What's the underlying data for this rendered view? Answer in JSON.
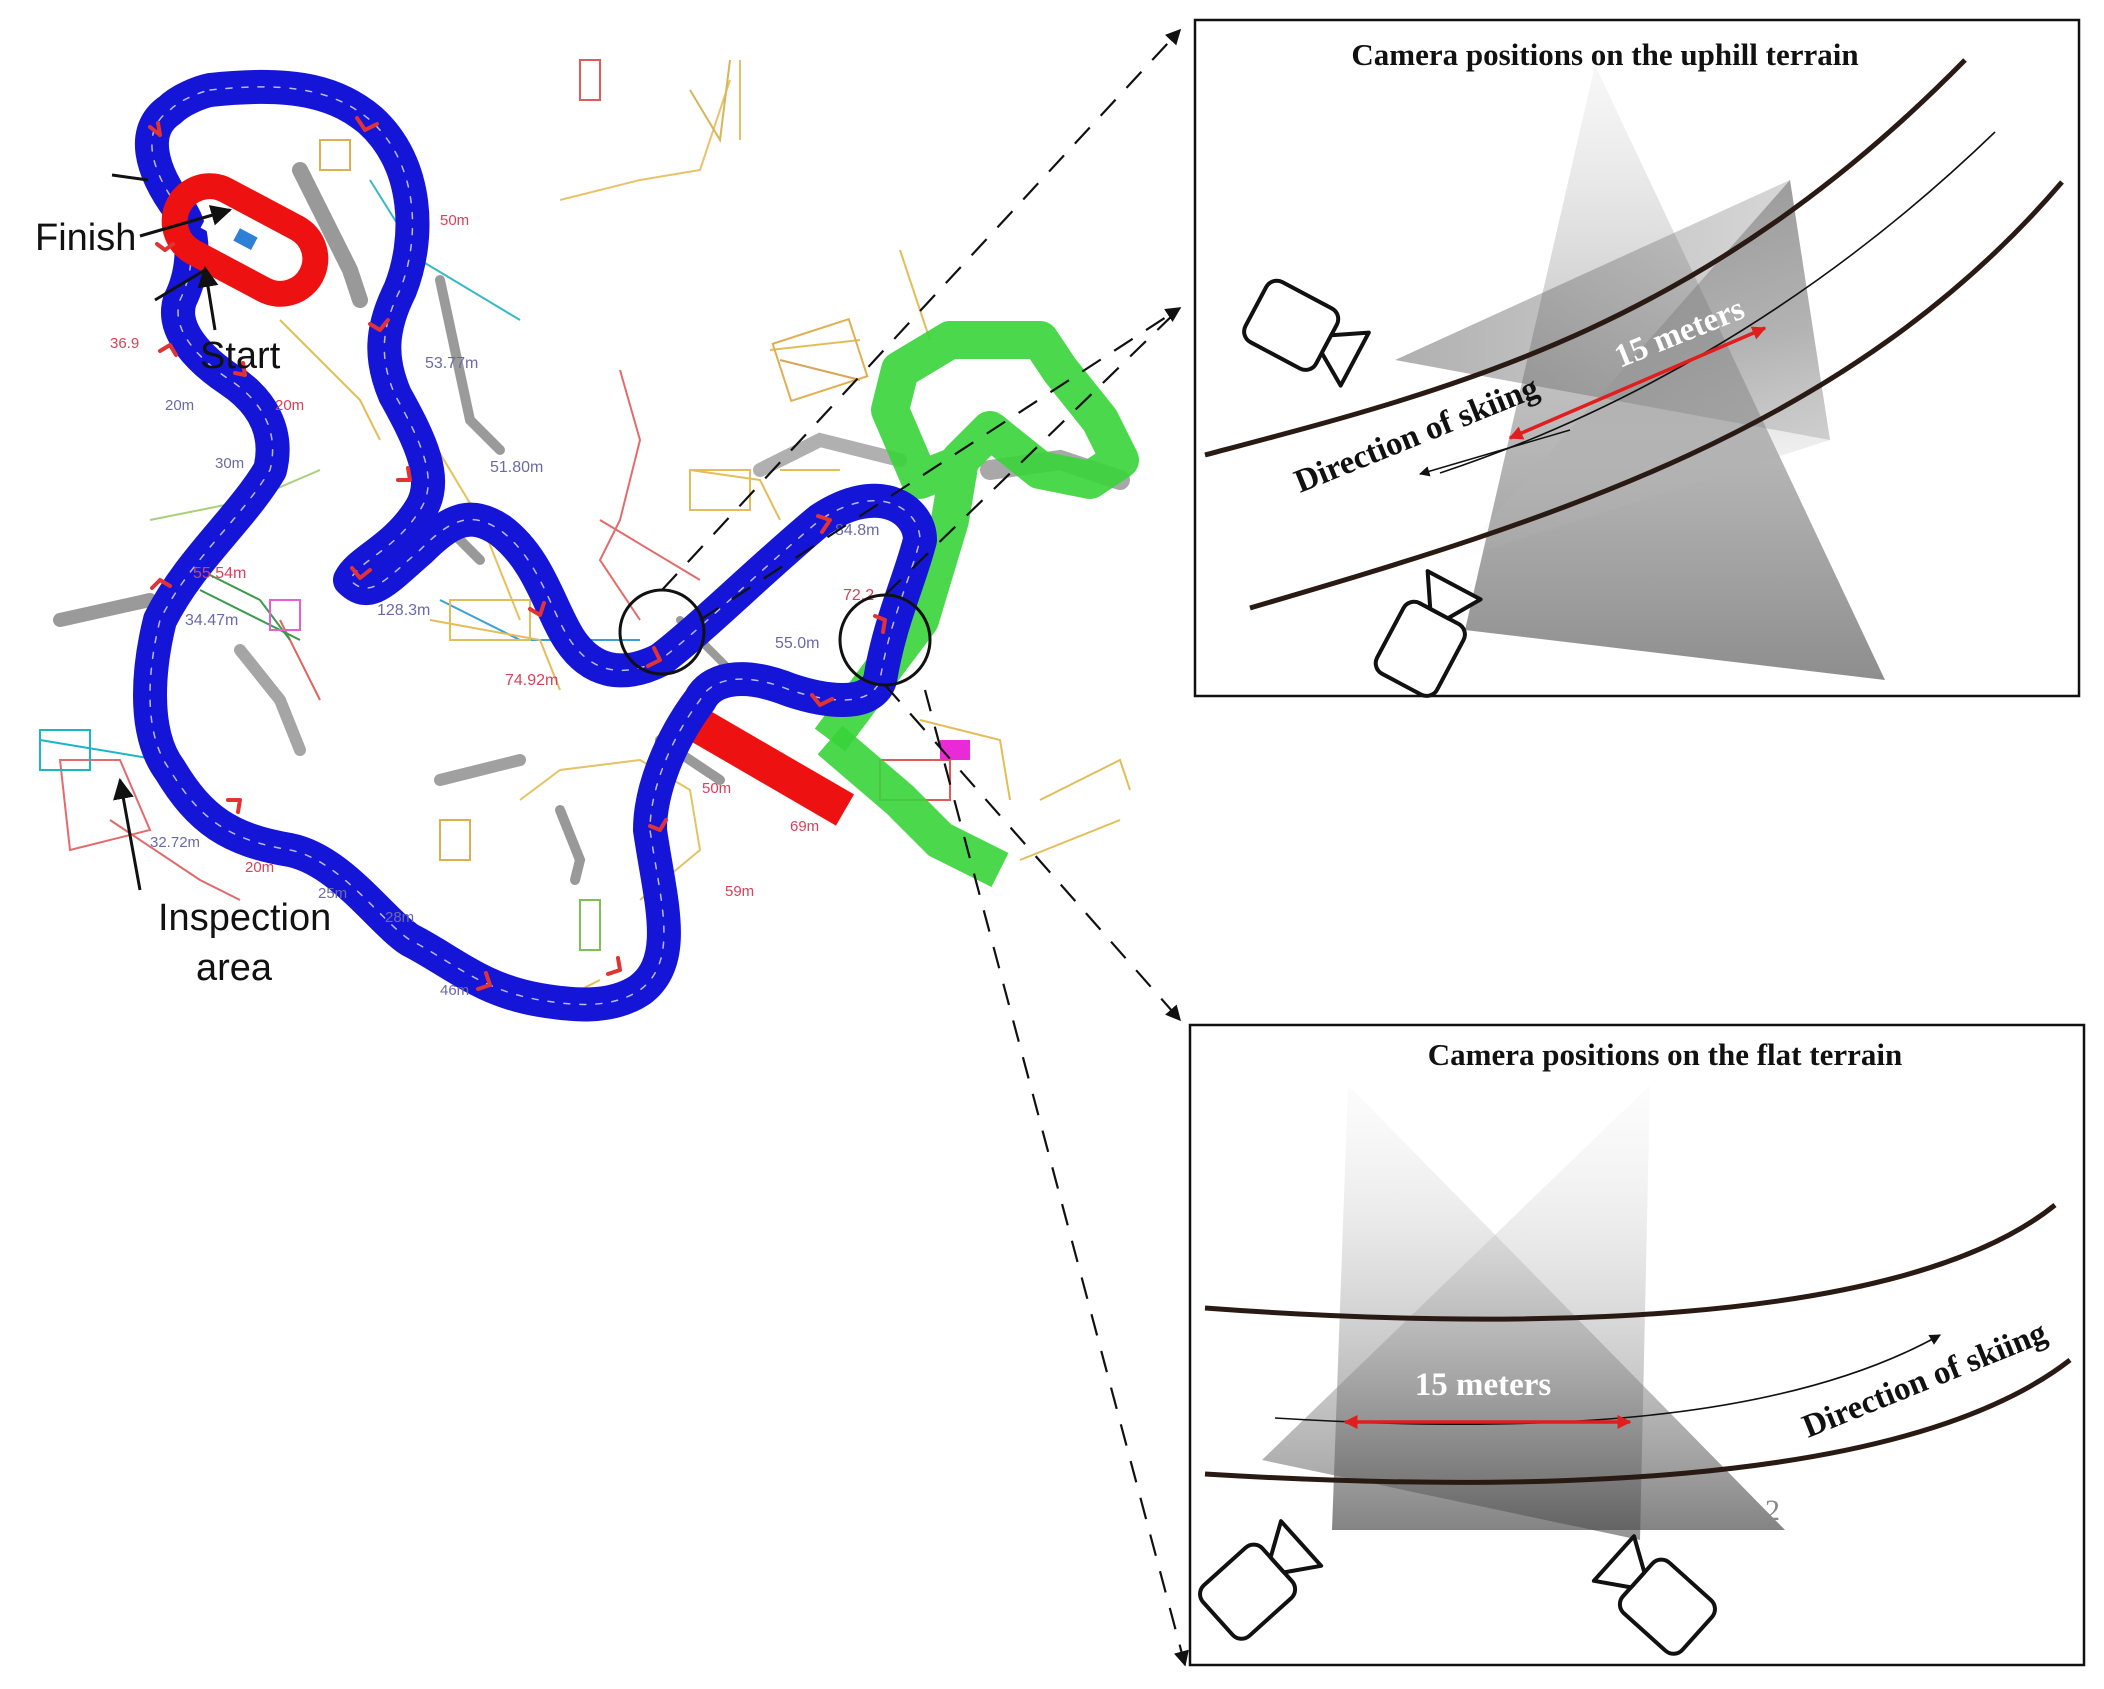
{
  "map": {
    "labels": {
      "finish": "Finish",
      "start": "Start",
      "inspection_line1": "Inspection",
      "inspection_line2": "area"
    },
    "distances": [
      "50m",
      "53.77m",
      "51.80m",
      "20m",
      "20m",
      "30m",
      "36.9",
      "55.54m",
      "34.47m",
      "128.3m",
      "74.92m",
      "84.8m",
      "72.2",
      "55.0m",
      "50m",
      "69m",
      "59m",
      "32.72m",
      "20m",
      "25m",
      "28m",
      "46m"
    ],
    "colors": {
      "main_loop": "#1515d8",
      "red_segment": "#ee1111",
      "green_segment": "#37d43a",
      "direction_mark": "#e23333"
    }
  },
  "uphill_panel": {
    "title": "Camera positions on the uphill terrain",
    "distance_label": "15 meters",
    "direction_label": "Direction of skiing"
  },
  "flat_panel": {
    "title": "Camera positions on the flat terrain",
    "distance_label": "15 meters",
    "direction_label": "Direction of skiing",
    "corner_mark": "2"
  }
}
